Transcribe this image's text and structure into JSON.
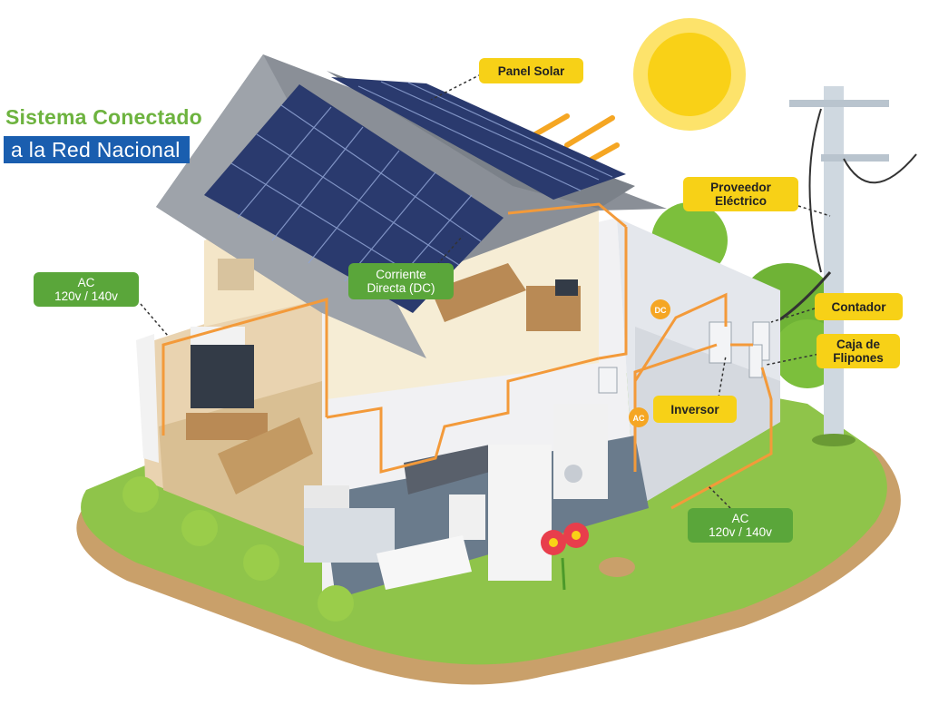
{
  "title": {
    "line1": "Sistema Conectado",
    "line2": "a la Red Nacional"
  },
  "labels": {
    "panel": "Panel Solar",
    "provider_1": "Proveedor",
    "provider_2": "Eléctrico",
    "dc_1": "Corriente",
    "dc_2": "Directa (DC)",
    "ac_left_1": "AC",
    "ac_left_2": "120v / 140v",
    "meter": "Contador",
    "breaker_1": "Caja de",
    "breaker_2": "Flipones",
    "inverter": "Inversor",
    "ac_right_1": "AC",
    "ac_right_2": "120v / 140v",
    "badge_dc": "DC",
    "badge_ac": "AC"
  },
  "colors": {
    "label": "#f7d117",
    "ac_label": "#5aa63a",
    "wire": "#f39a3a",
    "title_green": "#6db33f",
    "title_blue": "#1a5eaf"
  }
}
